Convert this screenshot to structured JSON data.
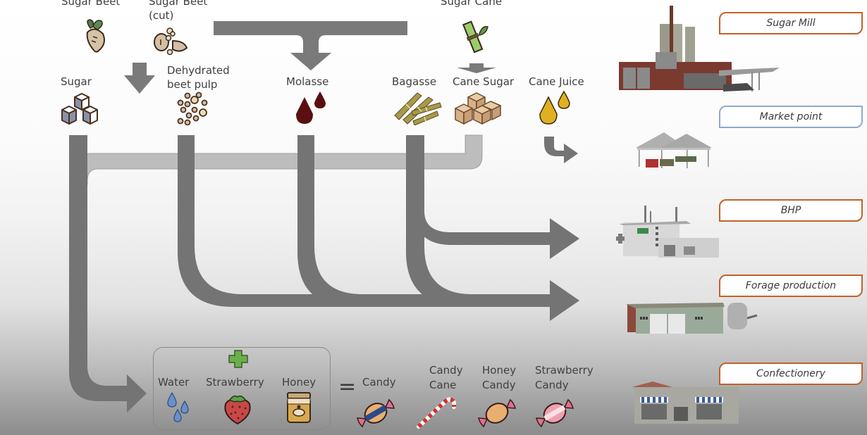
{
  "inputs": {
    "sugar_beet": "Sugar Beet",
    "sugar_beet_cut_line1": "Sugar Beet",
    "sugar_beet_cut_line2": "(cut)",
    "sugar_cane": "Sugar Cane"
  },
  "products": {
    "sugar": "Sugar",
    "beet_pulp_line1": "Dehydrated",
    "beet_pulp_line2": "beet pulp",
    "molasse": "Molasse",
    "bagasse": "Bagasse",
    "cane_sugar": "Cane Sugar",
    "cane_juice": "Cane Juice"
  },
  "recipe": {
    "water": "Water",
    "strawberry": "Strawberry",
    "honey": "Honey",
    "equals": "="
  },
  "candies": {
    "candy": "Candy",
    "candy_cane_line1": "Candy",
    "candy_cane_line2": "Cane",
    "honey_candy_line1": "Honey",
    "honey_candy_line2": "Candy",
    "strawberry_candy_line1": "Strawberry",
    "strawberry_candy_line2": "Candy"
  },
  "destinations": [
    {
      "label": "Sugar Mill",
      "border": "#c0622a"
    },
    {
      "label": "Market point",
      "border": "#8fa8cf"
    },
    {
      "label": "BHP",
      "border": "#c0622a"
    },
    {
      "label": "Forage production",
      "border": "#c0622a"
    },
    {
      "label": "Confectionery",
      "border": "#c0622a"
    }
  ],
  "colors": {
    "flow_dark": "#747474",
    "flow_light": "#bdbdbd",
    "label_orange": "#c0622a",
    "label_blue": "#8fa8cf"
  }
}
